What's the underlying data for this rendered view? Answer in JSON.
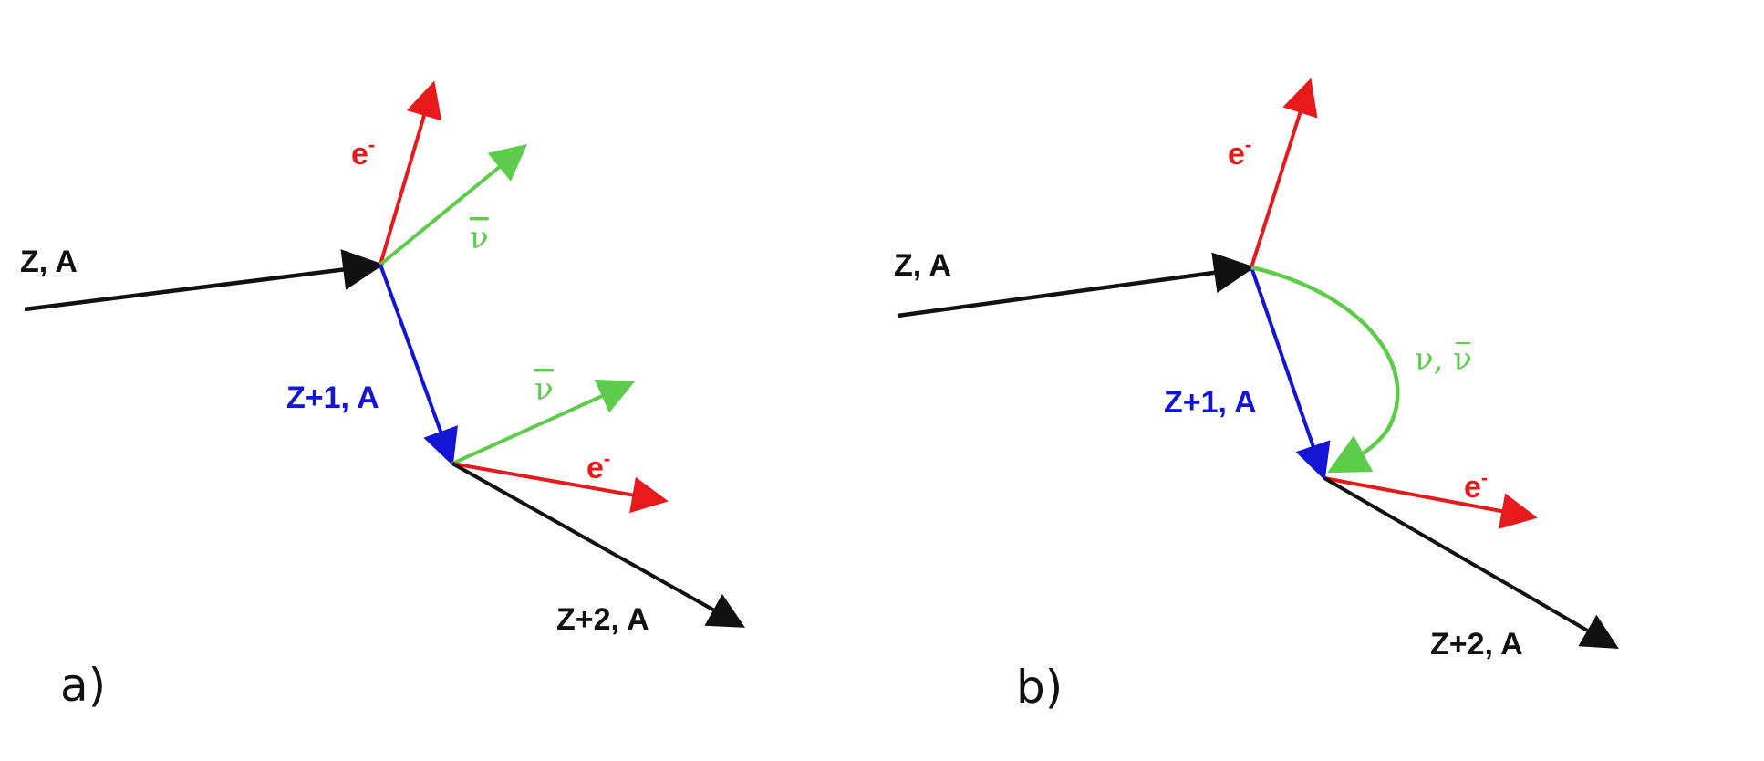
{
  "colors": {
    "nucleus": "#111111",
    "electron": "#e8191a",
    "neutrino": "#5ccc4a",
    "intermediate": "#1414d4"
  },
  "panel_a": {
    "label": "a)",
    "initial": "Z, A",
    "intermediate": "Z+1, A",
    "final": "Z+2, A",
    "electron1": "e",
    "electron2": "e",
    "electron_sup": "-",
    "antineutrino1": "ν",
    "antineutrino2": "ν"
  },
  "panel_b": {
    "label": "b)",
    "initial": "Z, A",
    "intermediate": "Z+1, A",
    "final": "Z+2, A",
    "electron1": "e",
    "electron2": "e",
    "electron_sup": "-",
    "neutrino_label": "ν, ν"
  }
}
